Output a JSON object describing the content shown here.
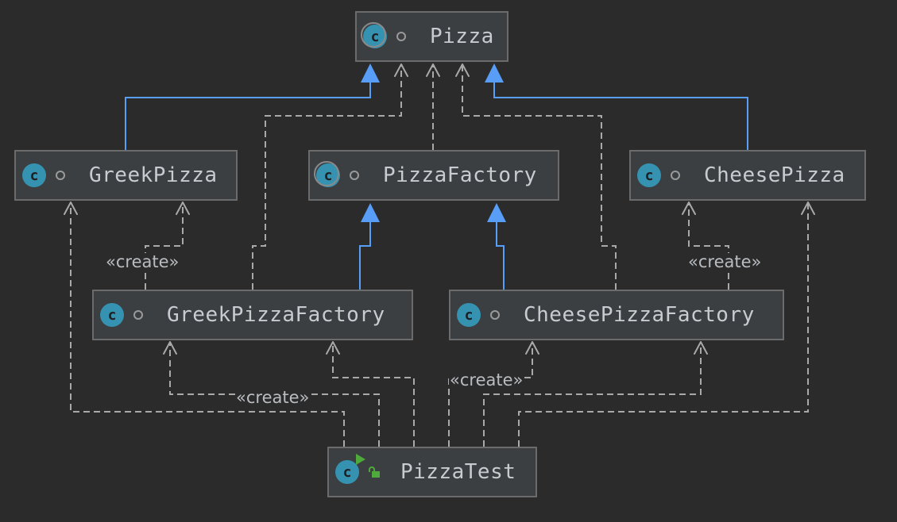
{
  "nodes": {
    "pizza": {
      "name": "Pizza",
      "icon": "abstract-class-icon"
    },
    "greek_pizza": {
      "name": "GreekPizza",
      "icon": "class-icon"
    },
    "pizza_factory": {
      "name": "PizzaFactory",
      "icon": "abstract-class-icon"
    },
    "cheese_pizza": {
      "name": "CheesePizza",
      "icon": "class-icon"
    },
    "greek_pizza_factory": {
      "name": "GreekPizzaFactory",
      "icon": "class-icon"
    },
    "cheese_pizza_factory": {
      "name": "CheesePizzaFactory",
      "icon": "class-icon"
    },
    "pizza_test": {
      "name": "PizzaTest",
      "icon": "runnable-class-icon"
    }
  },
  "relations": {
    "create_label": "«create»"
  },
  "colors": {
    "background": "#2b2b2b",
    "node_fill": "#3c3f41",
    "node_border": "#6b6b6b",
    "inheritance": "#589df6",
    "dependency": "#a9a9a9",
    "class_icon": "#3592b0",
    "run_badge": "#4faa3c"
  }
}
